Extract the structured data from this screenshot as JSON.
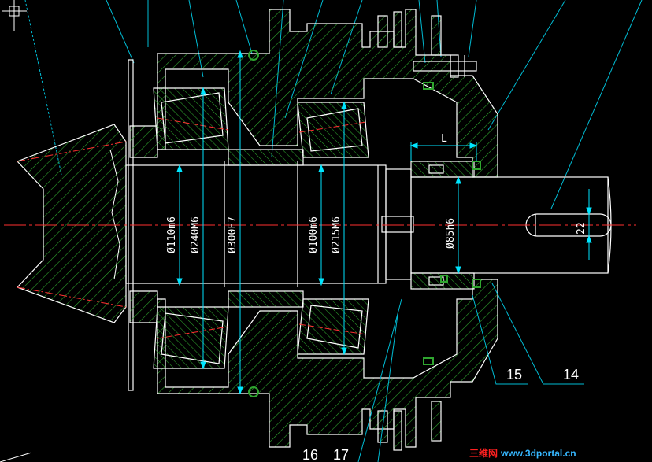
{
  "dimensions": {
    "d1": "Ø110m6",
    "d2": "Ø240M6",
    "d3": "Ø300F7",
    "d4": "Ø100m6",
    "d5": "Ø215M6",
    "d6": "Ø85h6",
    "l": "L",
    "k": "22"
  },
  "callouts": {
    "c15": "15",
    "c14": "14",
    "c16": "16",
    "c17": "17"
  },
  "watermark": {
    "cn": "三维网",
    "url": "www.3dportal.cn"
  },
  "colors": {
    "background": "#000000",
    "outline": "#ffffff",
    "hatch": "#2fa52f",
    "dimension": "#00e5ff",
    "center": "#ff3030",
    "leader": "#00bcd4",
    "watermark_red": "#ff2020",
    "watermark_blue": "#36b7ff"
  }
}
